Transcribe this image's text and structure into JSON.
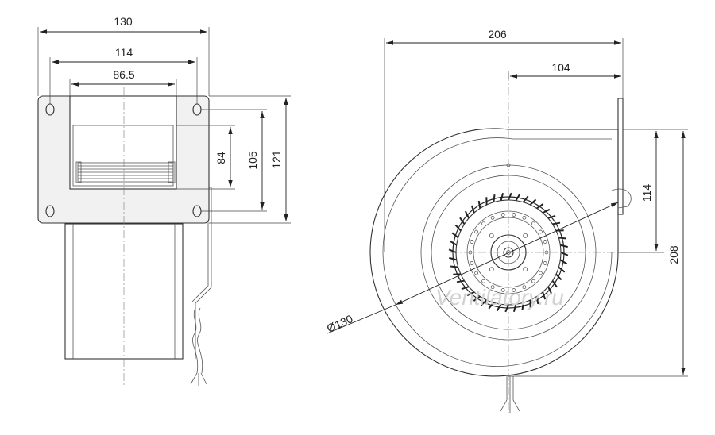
{
  "side_view": {
    "dim_width_overall": "130",
    "dim_hole_spacing_x": "114",
    "dim_outlet_width": "86.5",
    "dim_outlet_height": "84",
    "dim_hole_spacing_y": "105",
    "dim_plate_height": "121"
  },
  "front_view": {
    "dim_width_overall": "206",
    "dim_axis_to_side": "104",
    "dim_axis_to_top": "114",
    "dim_height_overall": "208",
    "dim_impeller_diameter": "Ø130"
  },
  "watermark": "Ventilatory.ru",
  "colors": {
    "line": "#333333",
    "plate_fill": "#f1f1f1",
    "watermark": "#d2d2d2"
  }
}
